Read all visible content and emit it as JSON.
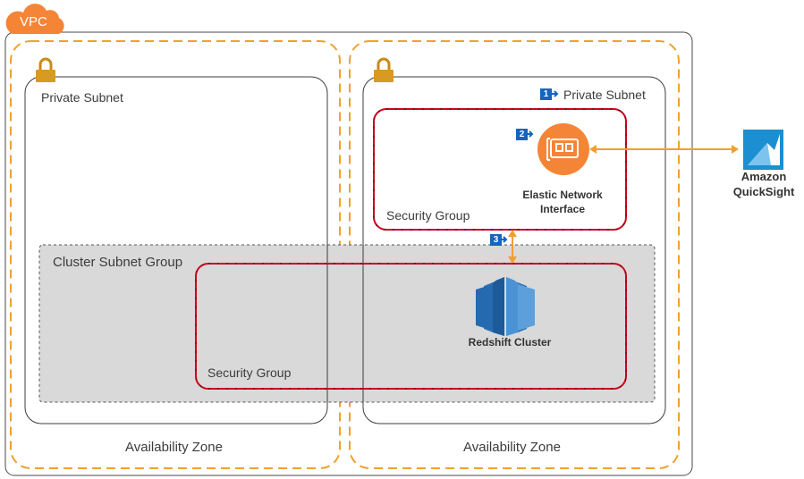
{
  "vpc": {
    "label": "VPC"
  },
  "zones": [
    {
      "name": "Availability Zone"
    },
    {
      "name": "Availability Zone"
    }
  ],
  "subnets": {
    "left": {
      "label": "Private Subnet"
    },
    "right": {
      "label": "Private Subnet",
      "step": "1"
    }
  },
  "cluster_subnet_group": {
    "label": "Cluster Subnet Group"
  },
  "security_groups": {
    "eni": {
      "label": "Security Group"
    },
    "redshift": {
      "label": "Security Group"
    }
  },
  "eni": {
    "label_line1": "Elastic Network",
    "label_line2": "Interface",
    "step": "2"
  },
  "redshift": {
    "label": "Redshift Cluster"
  },
  "connection": {
    "step": "3"
  },
  "quicksight": {
    "label_line1": "Amazon",
    "label_line2": "QuickSight"
  },
  "colors": {
    "aws_orange": "#f58536",
    "zone_dash": "#f0a030",
    "security_red": "#d0021b",
    "badge_blue": "#1565c0",
    "redshift_blue": "#2e73b8",
    "quicksight_blue": "#1b8fd2",
    "cluster_gray": "#d9d9d9"
  },
  "icons": [
    "lock-icon",
    "elastic-network-interface-icon",
    "redshift-icon",
    "quicksight-icon",
    "cloud-icon"
  ]
}
